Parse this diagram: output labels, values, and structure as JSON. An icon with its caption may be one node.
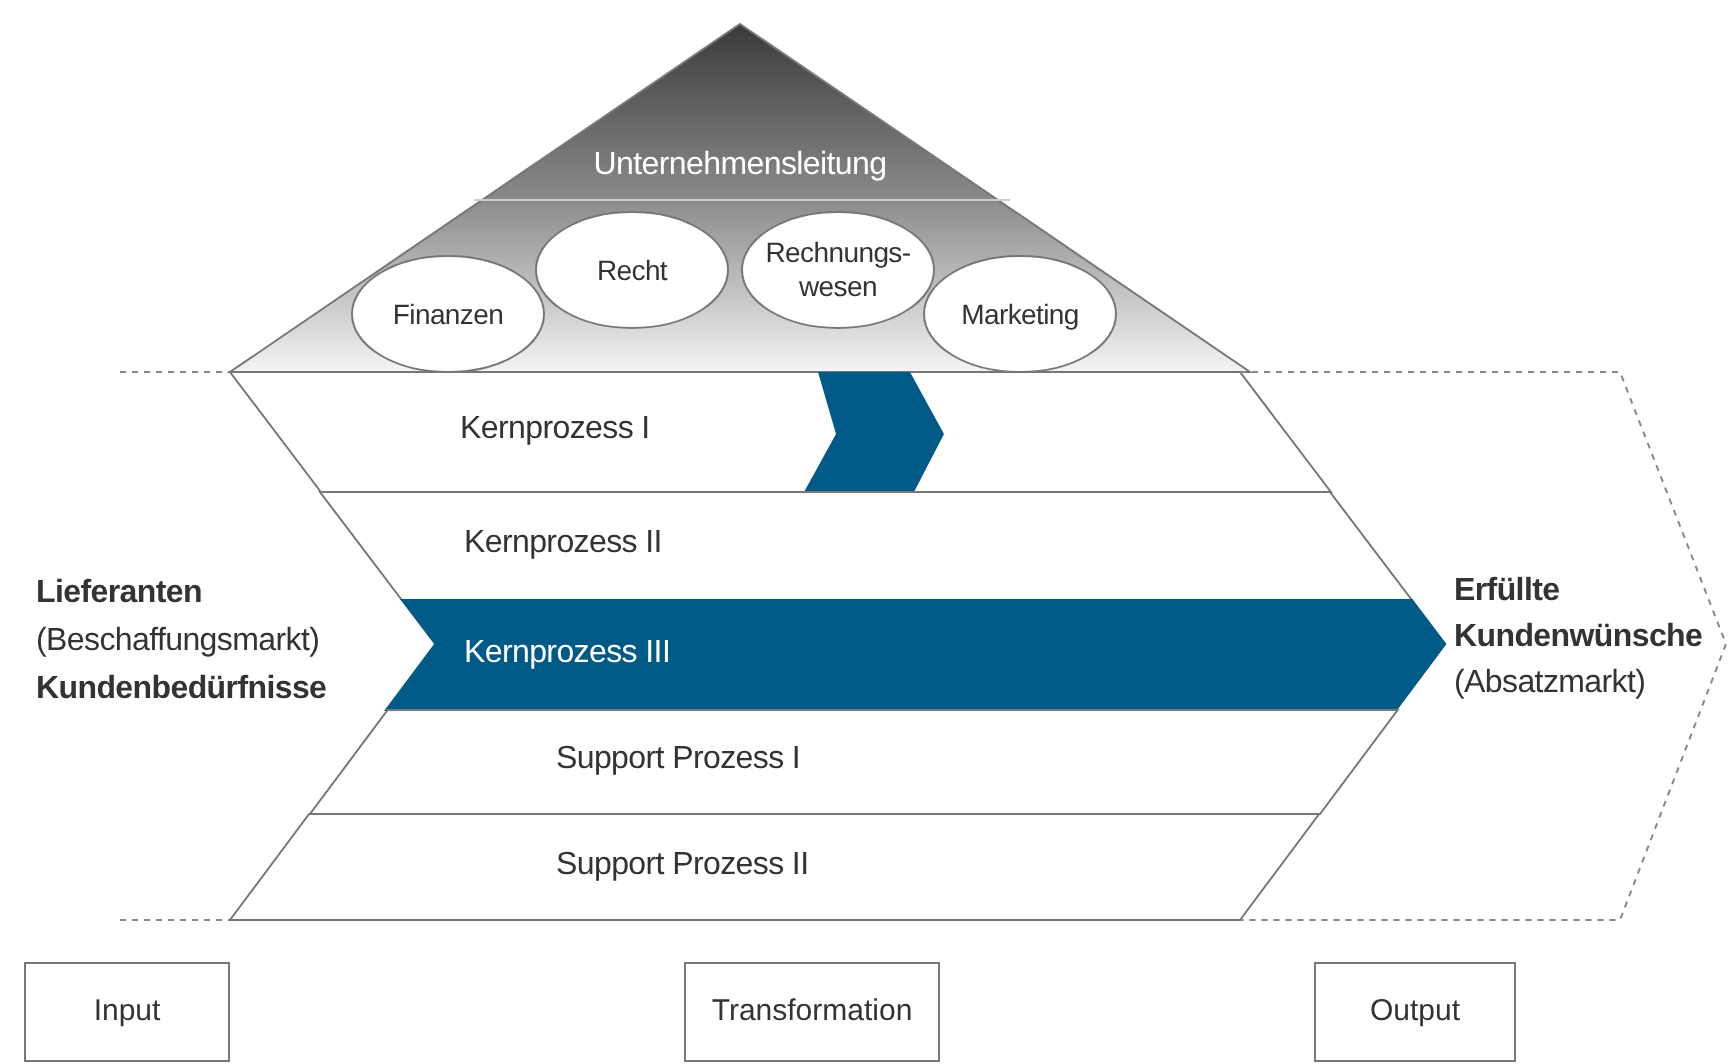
{
  "diagram": {
    "nodes": [
      {
        "text": [
          "Unternehmensleitung"
        ]
      },
      {
        "text": [
          "Finanzen"
        ],
        "in": 0
      },
      {
        "text": [
          "Recht"
        ],
        "in": 0
      },
      {
        "text": [
          "Rechnungs- wesen"
        ],
        "in": 0
      },
      {
        "text": [
          "Marketing"
        ],
        "in": 0
      },
      {
        "text": [
          "Kernprozess I"
        ]
      },
      {
        "text": [
          "Kernprozess II"
        ]
      },
      {
        "text": [
          "Kernprozess III"
        ]
      },
      {
        "text": [
          "Support Prozess I"
        ]
      },
      {
        "text": [
          "Support Prozess II"
        ]
      },
      {
        "text": [
          "Erfüllte Kundenwünsche",
          "(Absatzmarkt)"
        ]
      },
      {
        "text": [
          "Input"
        ]
      },
      {
        "text": [
          "Transformation"
        ]
      },
      {
        "text": [
          "Output"
        ]
      }
    ],
    "labels": [
      "Lieferanten",
      "(Beschaffungsmarkt)",
      "Kundenbedürfnisse"
    ]
  }
}
